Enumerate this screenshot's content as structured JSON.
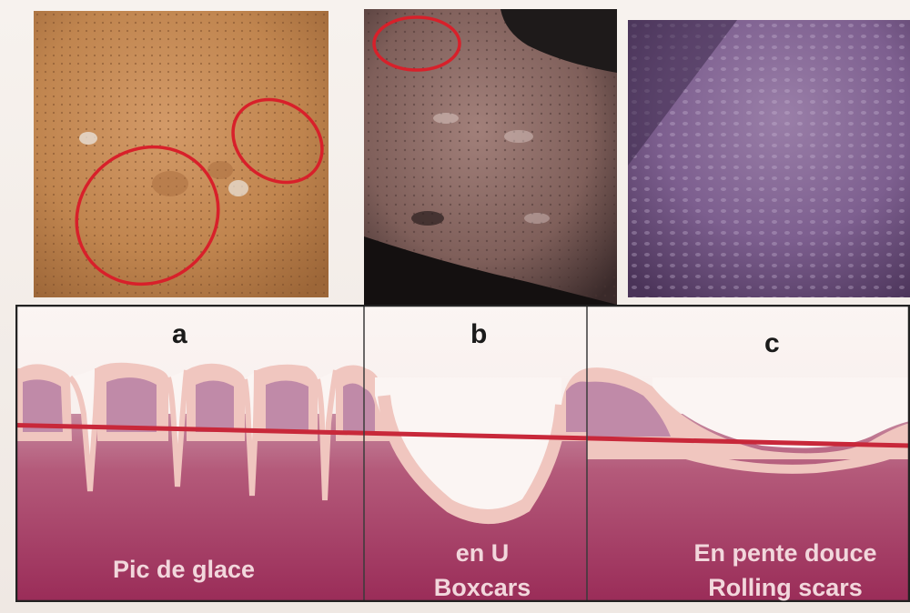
{
  "panels": [
    {
      "letter": "a",
      "caption_lines": [
        "Pic de glace"
      ]
    },
    {
      "letter": "b",
      "caption_lines": [
        "en U",
        "Boxcars"
      ]
    },
    {
      "letter": "c",
      "caption_lines": [
        "En pente douce",
        "Rolling scars"
      ]
    }
  ],
  "colors": {
    "skin_surface": "#f6e8e6",
    "epidermis_edge": "#f2c8c0",
    "dermis_top": "#c98fa4",
    "dermis_deep": "#a0305a",
    "divider_line": "#c8283a",
    "annotation_circle": "#d8202a",
    "photo_a_skin": "#c48a5a",
    "photo_b_skin": "#8f6a62",
    "photo_c_skin": "#7d5f8f"
  },
  "icons": [
    "photo-ice-pick-scars",
    "photo-boxcar-scars",
    "photo-rolling-scars"
  ]
}
